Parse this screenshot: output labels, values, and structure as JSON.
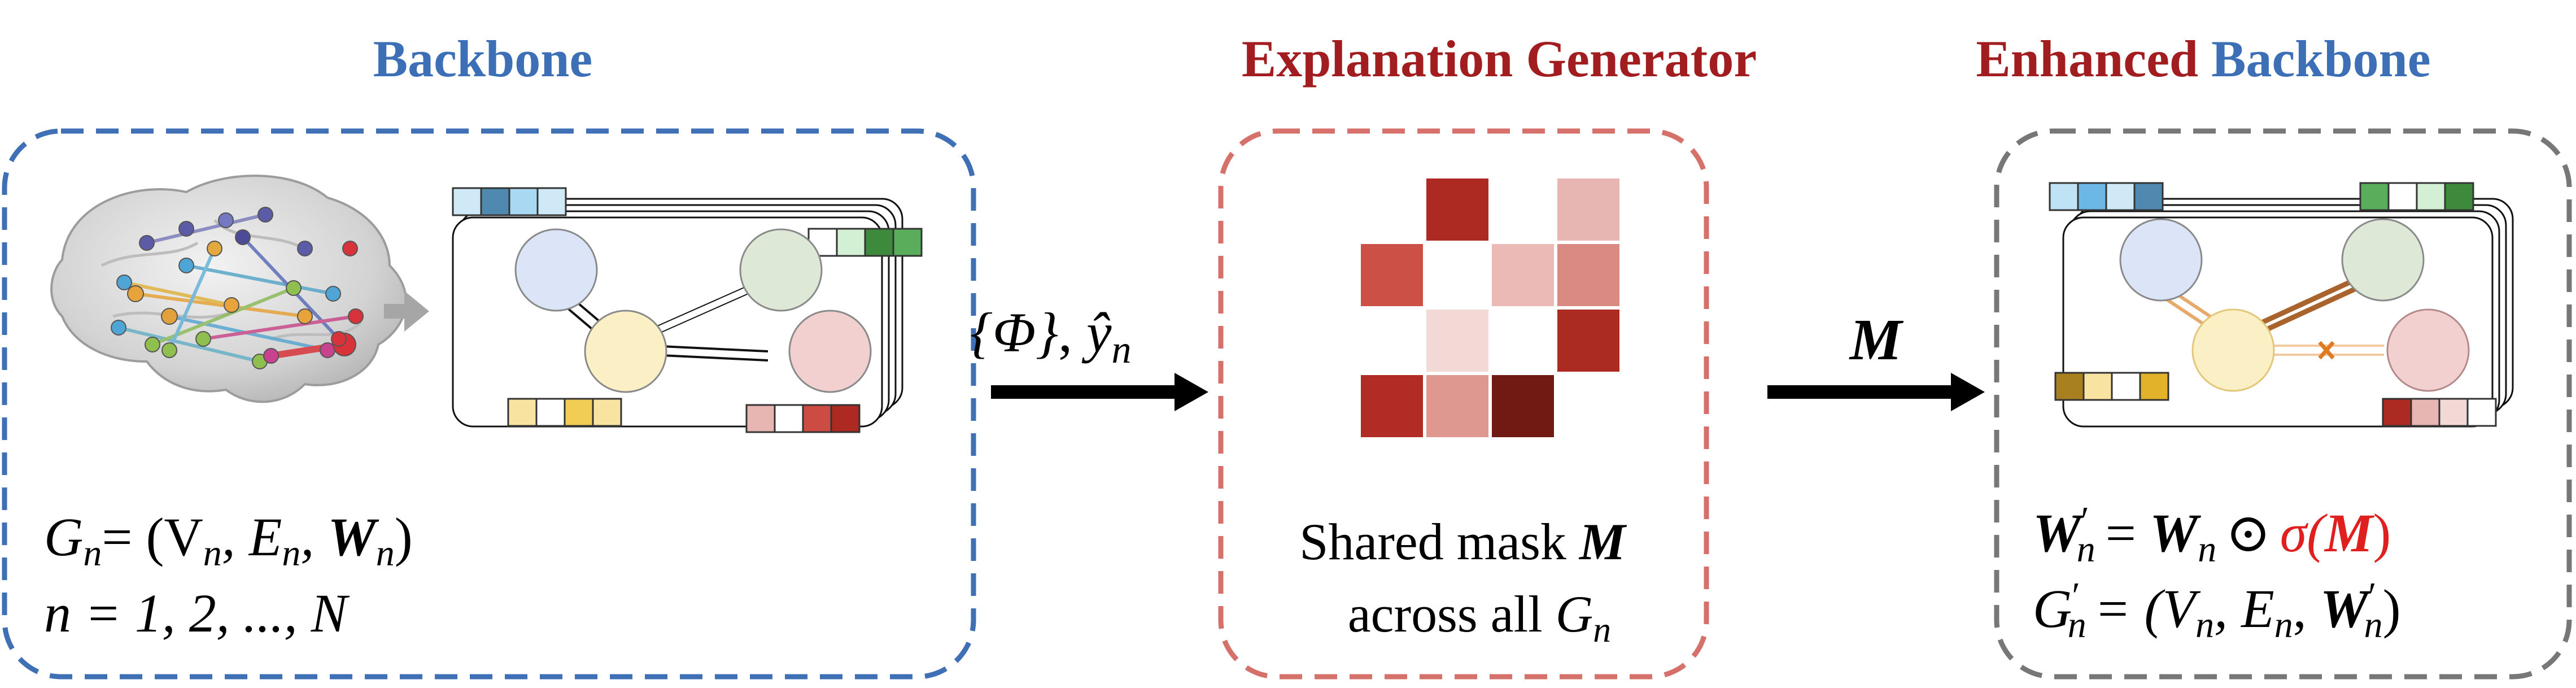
{
  "colors": {
    "blue": "#3d6fb6",
    "dark_red": "#a11d1f",
    "bright_red": "#e01f1f",
    "box_blue": "#3f6fb5",
    "box_red": "#d5706a",
    "box_gray": "#777777",
    "arrow": "#000000",
    "gray_arrow": "#a6a6a6"
  },
  "backbone": {
    "title": "Backbone",
    "eq1": {
      "lhs": "G",
      "sub": "n",
      "rhs_parts": [
        "= (V",
        "n",
        ", E",
        "n",
        ", ",
        "W",
        "n",
        ")"
      ]
    },
    "eq2": "n = 1, 2, ..., N"
  },
  "arrow1": {
    "label_phi": "{Φ}",
    "label_y": "ŷ",
    "label_y_sub": "n"
  },
  "generator": {
    "title": "Explanation Generator",
    "caption_line1": "Shared mask",
    "caption_M": "M",
    "caption_line2": "across all",
    "caption_G": "G",
    "caption_G_sub": "n",
    "mask_cells": [
      {
        "row": 0,
        "col": 1,
        "color": "#ad2a22"
      },
      {
        "row": 0,
        "col": 3,
        "color": "#e8b6b2"
      },
      {
        "row": 1,
        "col": 0,
        "color": "#cc5045"
      },
      {
        "row": 1,
        "col": 2,
        "color": "#ecbab6"
      },
      {
        "row": 1,
        "col": 3,
        "color": "#d98b83"
      },
      {
        "row": 2,
        "col": 1,
        "color": "#f3d9d6"
      },
      {
        "row": 2,
        "col": 3,
        "color": "#ab2a21"
      },
      {
        "row": 3,
        "col": 0,
        "color": "#b12c25"
      },
      {
        "row": 3,
        "col": 1,
        "color": "#de9890"
      },
      {
        "row": 3,
        "col": 2,
        "color": "#711a14"
      }
    ]
  },
  "arrow2": {
    "label": "M"
  },
  "enhanced": {
    "title_part1": "Enhanced",
    "title_part2": "Backbone",
    "eq1_parts": [
      "W",
      "′",
      "n",
      "= ",
      "W",
      "n",
      "⊙",
      "σ(",
      "M",
      ")"
    ],
    "eq2_parts": [
      "G",
      "′",
      "n",
      "= (V",
      "n",
      ", E",
      "n",
      ", ",
      "W",
      "′",
      "n",
      ")"
    ]
  },
  "icons": [
    "brain-connectome-icon",
    "graph-stack-icon",
    "mask-matrix-icon",
    "enhanced-graph-stack-icon",
    "removed-edge-x-icon"
  ]
}
